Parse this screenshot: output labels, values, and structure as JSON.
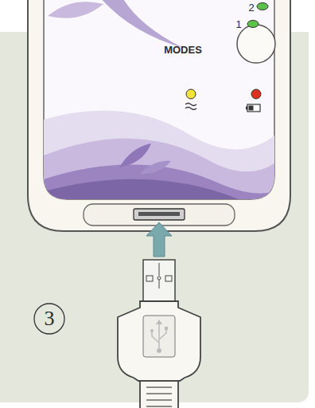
{
  "diagram": {
    "nodes": [
      {
        "text": [
          "3"
        ]
      }
    ],
    "labels": [
      "2",
      "1",
      "MODES"
    ]
  }
}
